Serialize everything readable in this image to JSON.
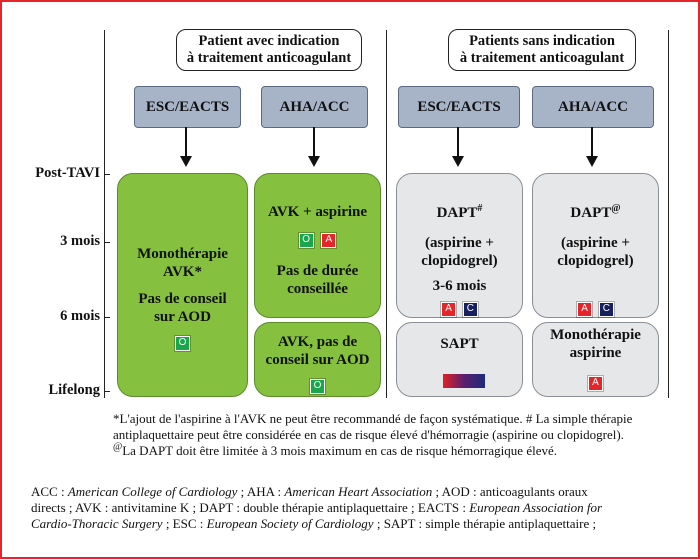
{
  "headers": {
    "left": [
      "Patient avec indication",
      "à traitement anticoagulant"
    ],
    "right": [
      "Patients sans indication",
      "à traitement anticoagulant"
    ]
  },
  "orgs": {
    "left_esc": "ESC/EACTS",
    "left_aha": "AHA/ACC",
    "right_esc": "ESC/EACTS",
    "right_aha": "AHA/ACC"
  },
  "timeline": {
    "post_tavi": "Post-TAVI",
    "three_months": "3 mois",
    "six_months": "6 mois",
    "lifelong": "Lifelong"
  },
  "boxes": {
    "mono_avk": {
      "line1": "Monothérapie",
      "line2": "AVK*",
      "line3": "Pas de conseil",
      "line4": "sur AOD",
      "badge": "O"
    },
    "avk_aspirine": {
      "line1": "AVK + aspirine",
      "badge1": "O",
      "badge2": "A",
      "line2": "Pas de durée",
      "line3": "conseillée"
    },
    "avk_aod": {
      "line1": "AVK, pas de",
      "line2": "conseil sur AOD",
      "badge": "O"
    },
    "dapt_esc": {
      "title": "DAPT",
      "sup": "#",
      "line1": "(aspirine +",
      "line2": "clopidogrel)",
      "line3": "3-6 mois",
      "badge1": "A",
      "badge2": "C"
    },
    "sapt": {
      "title": "SAPT"
    },
    "dapt_aha": {
      "title": "DAPT",
      "sup": "@",
      "line1": "(aspirine +",
      "line2": "clopidogrel)",
      "badge1": "A",
      "badge2": "C"
    },
    "mono_aspirine": {
      "line1": "Monothérapie",
      "line2": "aspirine",
      "badge": "A"
    }
  },
  "notes": {
    "line1": "*L'ajout de l'aspirine à l'AVK ne peut être recommandé de façon systématique. # La simple thérapie",
    "line2": "antiplaquettaire peut être considérée en cas de risque élevé d'hémorragie (aspirine ou clopidogrel).",
    "line3_sup": "@",
    "line3": "La DAPT doit être limitée à 3 mois maximum en cas de risque hémorragique élevé."
  },
  "legend": {
    "p1": "ACC : ",
    "p2": "American College of Cardiology",
    "p3": " ; AHA : ",
    "p4": "American Heart Association",
    "p5": " ; AOD : anticoagulants oraux",
    "p6": "directs ; AVK : antivitamine K ; DAPT : double thérapie antiplaquettaire ; EACTS : ",
    "p7": "European Association for",
    "p8": "Cardio-Thoracic Surgery",
    "p9": " ; ESC : ",
    "p10": "European Society of Cardiology",
    "p11": " ; SAPT : simple thérapie antiplaquettaire ;"
  },
  "colors": {
    "frame": "#e4252a",
    "green_box": "#86c03f",
    "gray_box": "#e6e7e9",
    "org_box": "#a7b4c8",
    "badge_green": "#1aa64a",
    "badge_red": "#e4252a",
    "badge_navy": "#16205e"
  }
}
